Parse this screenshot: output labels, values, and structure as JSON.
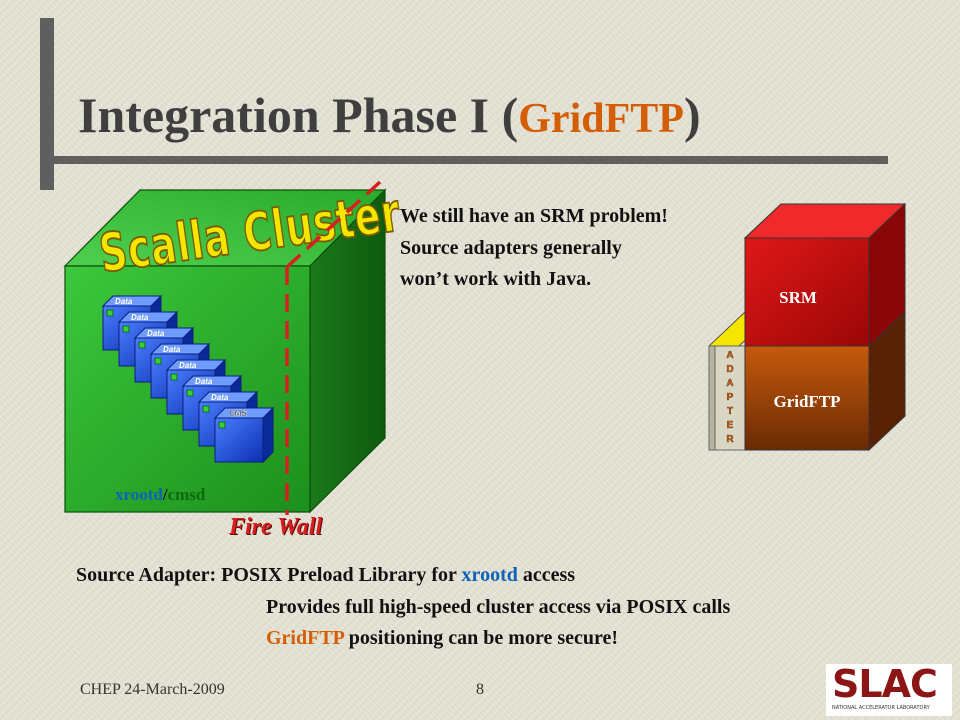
{
  "title": {
    "prefix": "Integration Phase I (",
    "highlight": "GridFTP",
    "suffix": ")"
  },
  "cluster": {
    "heading": "Scalla Cluster",
    "server_label": "Data",
    "redirector_label": "CMS",
    "caption_xrootd": "xrootd",
    "caption_sep": "/",
    "caption_cmsd": "cmsd",
    "firewall_label": "Fire Wall"
  },
  "notes": {
    "line1": "We still have an SRM problem!",
    "line2": "Source adapters generally",
    "line3": "won’t work with Java."
  },
  "stack": {
    "srm_label": "SRM",
    "gridftp_label": "GridFTP",
    "adapter_letters": [
      "A",
      "D",
      "A",
      "P",
      "T",
      "E",
      "R"
    ]
  },
  "bottom": {
    "line1_prefix": "Source Adapter: POSIX Preload Library for ",
    "line1_highlight": "xrootd",
    "line1_suffix": " access",
    "line2": "Provides full high-speed cluster access via POSIX calls",
    "line3_highlight": "GridFTP",
    "line3_suffix": " positioning can be more secure!"
  },
  "footer": {
    "left": "CHEP 24-March-2009",
    "page": "8",
    "logo_text": "SLAC",
    "logo_subtext": "NATIONAL ACCELERATOR LABORATORY"
  },
  "colors": {
    "title": "#3f3f3f",
    "accent_orange": "#d35e06",
    "cluster_green": "#27a827",
    "firewall_red": "#d81f1f",
    "srm_red": "#c41010",
    "gridftp_brown": "#9a3c07",
    "adapter_yellow": "#f4e600"
  }
}
